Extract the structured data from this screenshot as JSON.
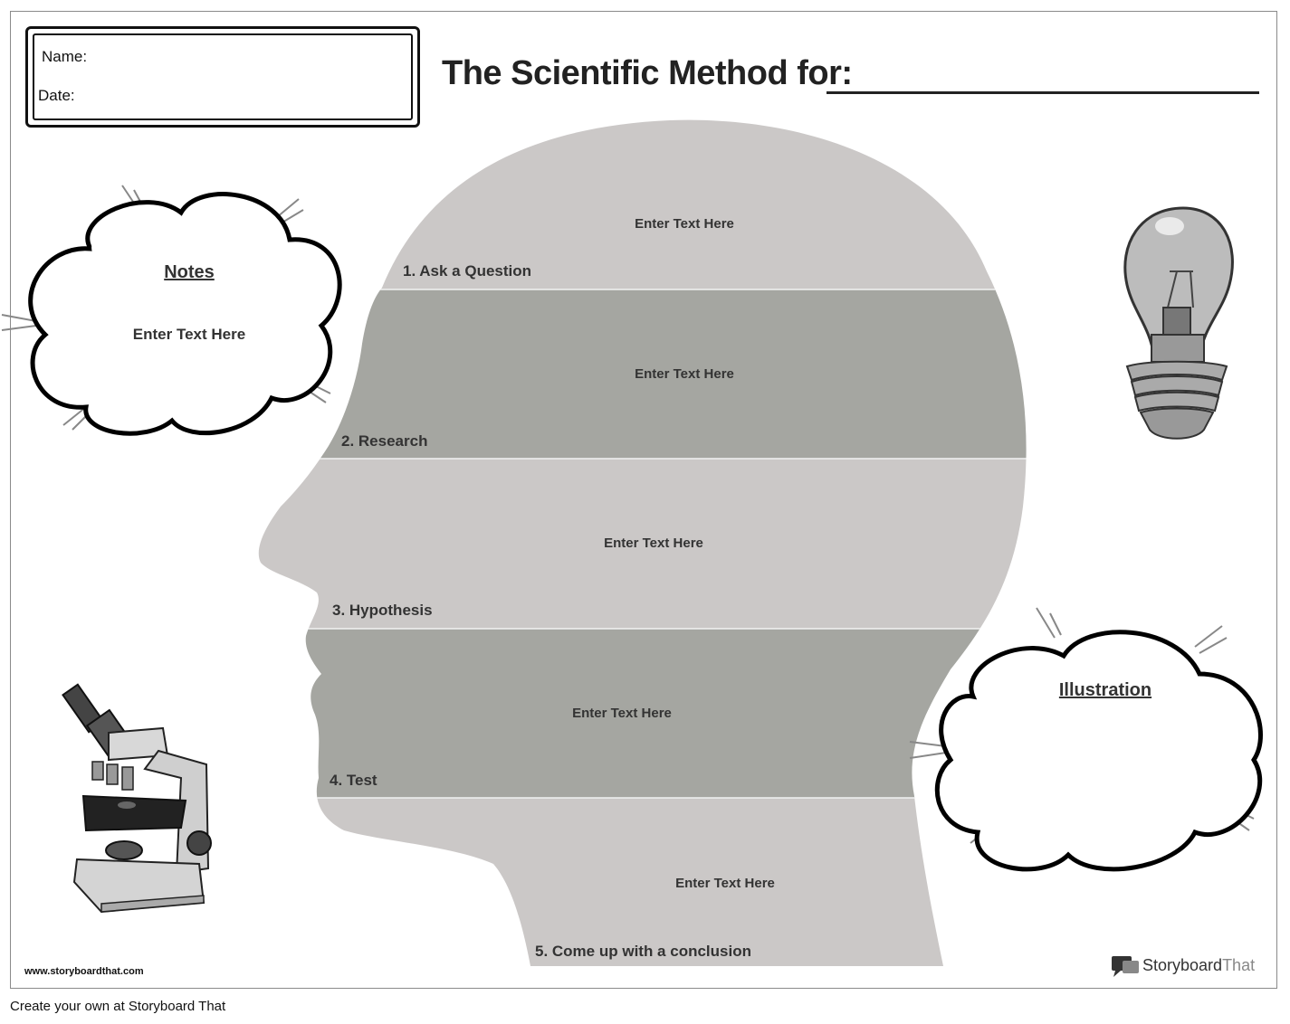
{
  "header": {
    "name_label": "Name:",
    "date_label": "Date:",
    "title": "The Scientific Method for:"
  },
  "steps": [
    {
      "label": "1. Ask a Question",
      "placeholder": "Enter Text Here"
    },
    {
      "label": "2. Research",
      "placeholder": "Enter Text Here"
    },
    {
      "label": "3. Hypothesis",
      "placeholder": "Enter Text Here"
    },
    {
      "label": "4. Test",
      "placeholder": "Enter Text Here"
    },
    {
      "label": "5. Come up with a conclusion",
      "placeholder": "Enter Text Here"
    }
  ],
  "notes": {
    "title": "Notes",
    "placeholder": "Enter Text Here"
  },
  "illustration": {
    "title": "Illustration"
  },
  "footer": {
    "url": "www.storyboardthat.com",
    "cta": "Create your own at Storyboard That",
    "brand_a": "Storyboard",
    "brand_b": "That"
  },
  "colors": {
    "band_light": "#cbc8c7",
    "band_dark": "#a5a6a1",
    "ink": "#222222"
  },
  "icons": [
    "lightbulb-icon",
    "microscope-icon",
    "storyboardthat-logo-icon"
  ]
}
